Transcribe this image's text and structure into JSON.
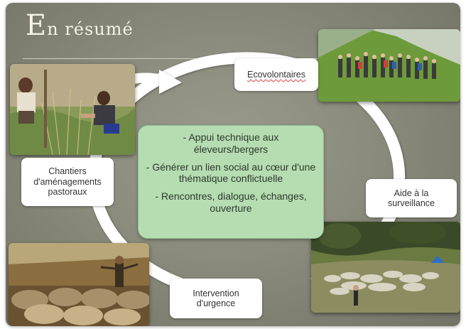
{
  "title": {
    "first_letter": "E",
    "rest": "n résumé"
  },
  "cycle_labels": {
    "ecovolontaires": "Ecovolontaires",
    "aide_line1": "Aide à la",
    "aide_line2": "surveillance",
    "intervention_line1": "Intervention",
    "intervention_line2": "d'urgence",
    "chantiers_line1": "Chantiers",
    "chantiers_line2": "d'aménagements",
    "chantiers_line3": "pastoraux"
  },
  "center_points": [
    "- Appui technique aux éleveurs/bergers",
    "- Générer un lien social au cœur d'une thématique conflictuelle",
    "- Rencontres, dialogue, échanges, ouverture"
  ],
  "colors": {
    "background": "#8a8b7c",
    "center_box": "#b6dcb2",
    "arrow": "#ffffff",
    "title": "#f6f3e2"
  },
  "icons": {
    "cycle_arrow": "circular-arrow"
  }
}
